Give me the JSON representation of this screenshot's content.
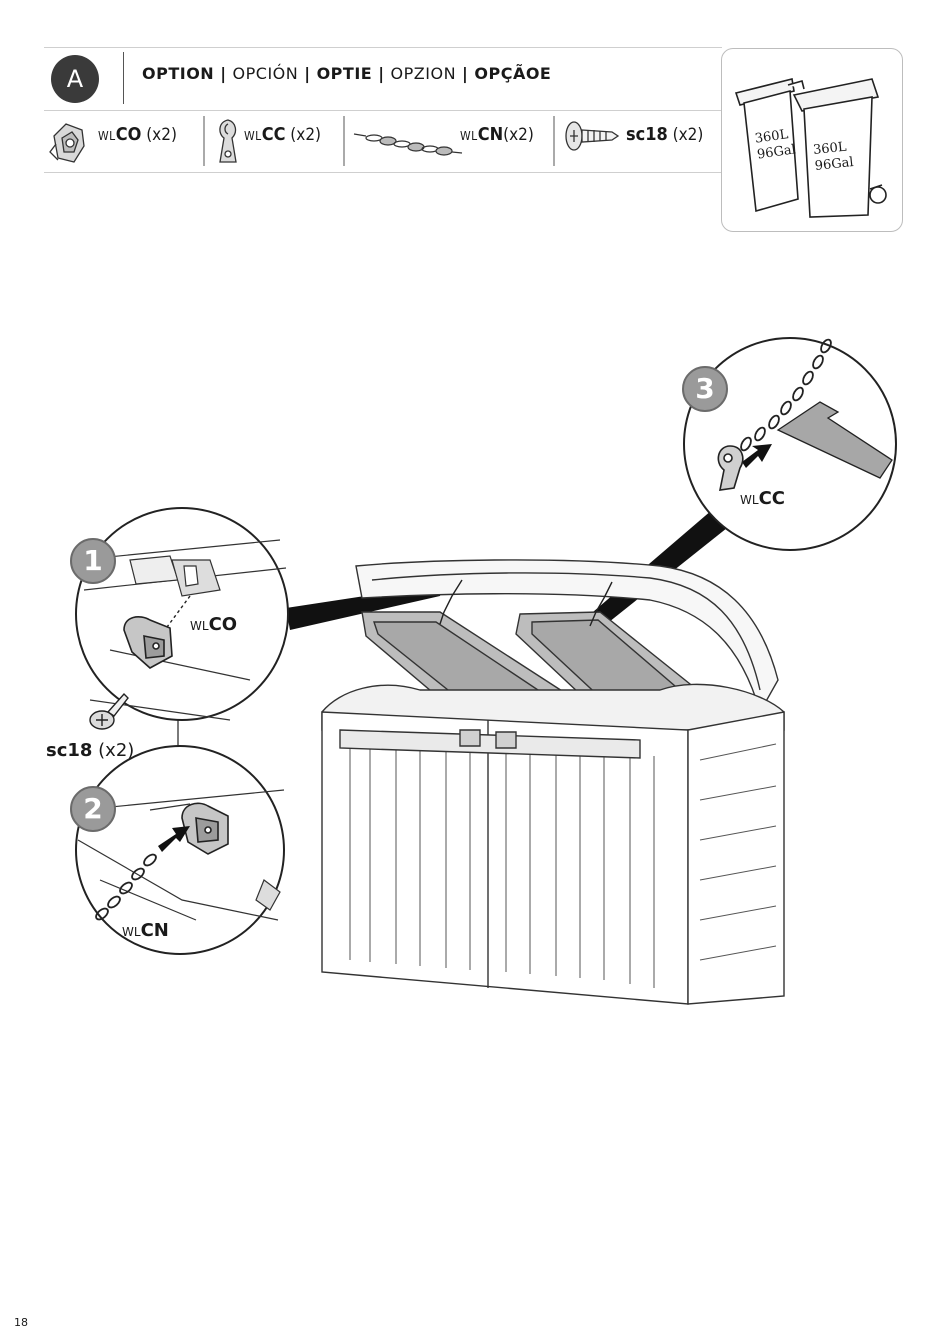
{
  "header": {
    "step_letter": "A",
    "languages": [
      {
        "text": "OPTION",
        "bold": true
      },
      {
        "text": "OPCIÓN",
        "bold": false
      },
      {
        "text": "OPTIE",
        "bold": true
      },
      {
        "text": "OPZION",
        "bold": false
      },
      {
        "text": "OPÇÃOE",
        "bold": true
      }
    ],
    "separator": "|"
  },
  "parts": [
    {
      "prefix": "WL",
      "code": "CO",
      "qty": " (x2)",
      "icon": "wall-cleat-icon"
    },
    {
      "prefix": "WL",
      "code": "CC",
      "qty": " (x2)",
      "icon": "chain-clip-icon"
    },
    {
      "prefix": "WL",
      "code": "CN",
      "qty": "(x2)",
      "icon": "chain-icon"
    },
    {
      "prefix": "",
      "code": "sc18",
      "qty": " (x2)",
      "icon": "screw-icon"
    }
  ],
  "bins": {
    "left_label": [
      "360L",
      "96Gal"
    ],
    "right_label": [
      "360L",
      "96Gal"
    ]
  },
  "callouts": {
    "step1": {
      "number": "1",
      "prefix": "WL",
      "code": "CO"
    },
    "screw": {
      "code": "sc18",
      "qty": " (x2)"
    },
    "step2": {
      "number": "2",
      "prefix": "WL",
      "code": "CN"
    },
    "step3": {
      "number": "3",
      "prefix": "WL",
      "code": "CC"
    }
  },
  "page_number": "18"
}
